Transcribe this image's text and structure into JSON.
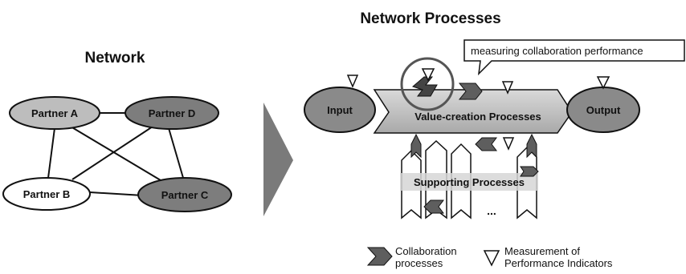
{
  "left_panel": {
    "title": "Network",
    "nodes": {
      "partner_a": "Partner A",
      "partner_d": "Partner D",
      "partner_b": "Partner B",
      "partner_c": "Partner C"
    }
  },
  "right_panel": {
    "title": "Network Processes",
    "callout": "measuring collaboration performance",
    "input": "Input",
    "output": "Output",
    "value_creation": "Value-creation Processes",
    "supporting": "Supporting Processes",
    "ellipsis": "..."
  },
  "legend": {
    "collab_line1": "Collaboration",
    "collab_line2": "processes",
    "measure_line1": "Measurement of",
    "measure_line2": "Performance Indicators"
  },
  "colors": {
    "dark_gray": "#6e6e6e",
    "mid_gray": "#9a9a9a",
    "light_gray": "#c8c8c8",
    "arrow_gray": "#7a7a7a"
  },
  "icons": {
    "collaboration": "chevron-icon",
    "measurement": "triangle-down-icon"
  }
}
